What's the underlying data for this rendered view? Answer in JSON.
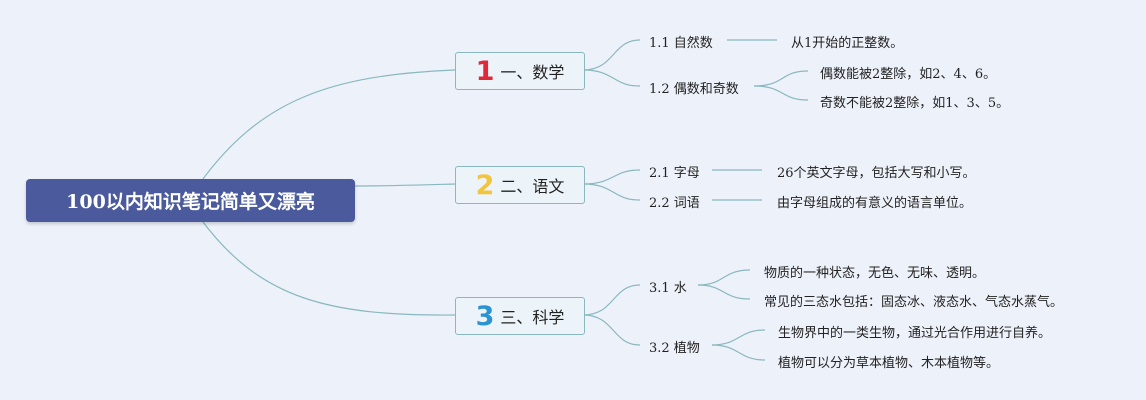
{
  "title": "100以内知识笔记简单又漂亮",
  "colors": {
    "root_bg": "#4a5a9c",
    "branch_bg": "#edf4f9",
    "branch_border": "#8ab8bf",
    "link": "#8ab8bf"
  },
  "branches": [
    {
      "num": "1",
      "num_color": "#e0283a",
      "label": "一、数学",
      "subs": [
        {
          "label": "1.1 自然数",
          "leaves": [
            "从1开始的正整数。"
          ]
        },
        {
          "label": "1.2 偶数和奇数",
          "leaves": [
            "偶数能被2整除，如2、4、6。",
            "奇数不能被2整除，如1、3、5。"
          ]
        }
      ]
    },
    {
      "num": "2",
      "num_color": "#f2c53d",
      "label": "二、语文",
      "subs": [
        {
          "label": "2.1 字母",
          "leaves": [
            "26个英文字母，包括大写和小写。"
          ]
        },
        {
          "label": "2.2 词语",
          "leaves": [
            "由字母组成的有意义的语言单位。"
          ]
        }
      ]
    },
    {
      "num": "3",
      "num_color": "#2b93d1",
      "label": "三、科学",
      "subs": [
        {
          "label": "3.1 水",
          "leaves": [
            "物质的一种状态，无色、无味、透明。",
            "常见的三态水包括：固态冰、液态水、气态水蒸气。"
          ]
        },
        {
          "label": "3.2 植物",
          "leaves": [
            "生物界中的一类生物，通过光合作用进行自养。",
            "植物可以分为草本植物、木本植物等。"
          ]
        }
      ]
    }
  ]
}
